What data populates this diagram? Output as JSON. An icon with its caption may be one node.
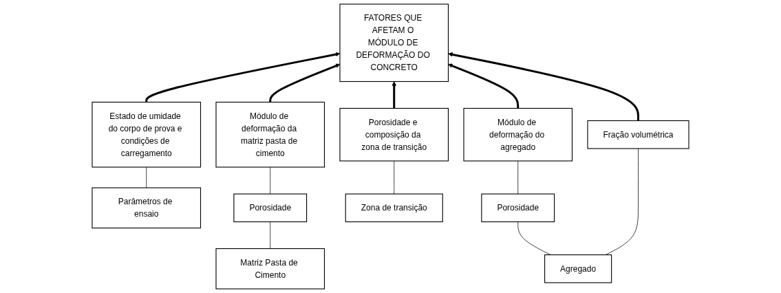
{
  "diagram": {
    "nodes": [
      {
        "text": [
          "FATORES QUE AFETAM O MÓDULO DE DEFORMAÇÃO DO CONCRETO"
        ]
      },
      {
        "text": [
          "Estado de umidade do corpo de prova e condições de carregamento"
        ]
      },
      {
        "text": [
          "Módulo de deformação da matriz pasta de cimento"
        ]
      },
      {
        "text": [
          "Porosidade e composição da zona de transição"
        ]
      },
      {
        "text": [
          "Módulo de deformação do agregado"
        ]
      },
      {
        "text": [
          "Fração volumétrica"
        ]
      },
      {
        "text": [
          "Porosidade"
        ]
      },
      {
        "text": [
          "Porosidade"
        ]
      },
      {
        "text": [
          "Parâmetros de ensaio"
        ]
      },
      {
        "text": [
          "Matriz Pasta de Cimento"
        ]
      },
      {
        "text": [
          "Zona de transição"
        ]
      },
      {
        "text": [
          "Agregado"
        ]
      }
    ],
    "edges": [
      {
        "from": 1,
        "to": 0,
        "arrow": "to",
        "style": "thick"
      },
      {
        "from": 2,
        "to": 0,
        "arrow": "to",
        "style": "thick"
      },
      {
        "from": 3,
        "to": 0,
        "arrow": "to",
        "style": "thick"
      },
      {
        "from": 4,
        "to": 0,
        "arrow": "to",
        "style": "thick"
      },
      {
        "from": 5,
        "to": 0,
        "arrow": "to",
        "style": "thick"
      },
      {
        "from": 8,
        "to": 1,
        "arrow": "none"
      },
      {
        "from": 6,
        "to": 2,
        "arrow": "none"
      },
      {
        "from": 9,
        "to": 6,
        "arrow": "none"
      },
      {
        "from": 10,
        "to": 3,
        "arrow": "none"
      },
      {
        "from": 7,
        "to": 4,
        "arrow": "none"
      },
      {
        "from": 11,
        "to": 7,
        "arrow": "none"
      },
      {
        "from": 11,
        "to": 5,
        "arrow": "none"
      }
    ]
  }
}
